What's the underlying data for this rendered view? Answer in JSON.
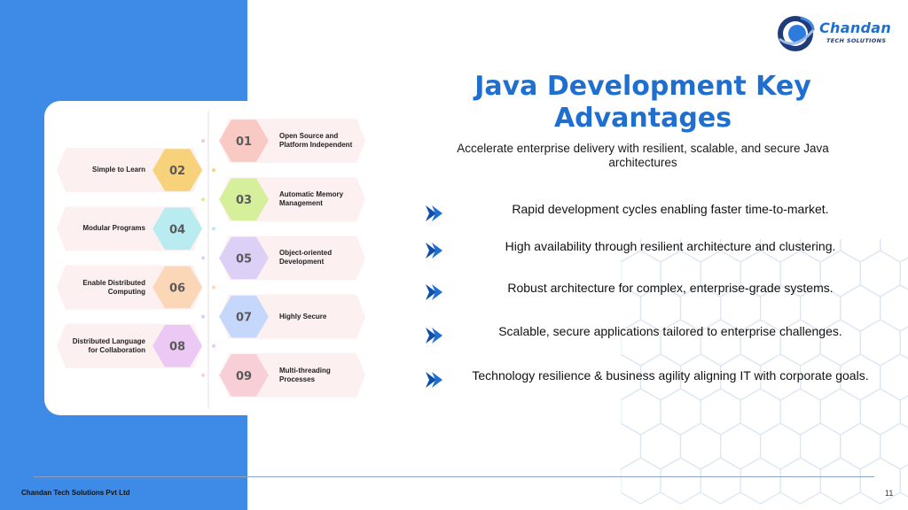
{
  "slide": {
    "title": "Java Development Key Advantages",
    "subtitle": "Accelerate enterprise delivery with resilient, scalable, and secure Java architectures",
    "page_number": "11"
  },
  "logo": {
    "name": "Chandan",
    "tagline": "TECH SOLUTIONS"
  },
  "footer": {
    "company": "Chandan Tech Solutions Pvt Ltd"
  },
  "advantages": [
    {
      "number": "01",
      "label": "Open Source and Platform Independent",
      "side": "right",
      "color": "#f9c9c4"
    },
    {
      "number": "02",
      "label": "Simple to Learn",
      "side": "left",
      "color": "#f7d27a"
    },
    {
      "number": "03",
      "label": "Automatic Memory Management",
      "side": "right",
      "color": "#d6ef9a"
    },
    {
      "number": "04",
      "label": "Modular Programs",
      "side": "left",
      "color": "#b8ecf1"
    },
    {
      "number": "05",
      "label": "Object-oriented Development",
      "side": "right",
      "color": "#ddd0f6"
    },
    {
      "number": "06",
      "label": "Enable Distributed Computing",
      "side": "left",
      "color": "#fbd7b8"
    },
    {
      "number": "07",
      "label": "Highly Secure",
      "side": "right",
      "color": "#c5d8fb"
    },
    {
      "number": "08",
      "label": "Distributed Language for Collaboration",
      "side": "left",
      "color": "#ecc8f5"
    },
    {
      "number": "09",
      "label": "Multi-threading Processes",
      "side": "right",
      "color": "#f8cfd6"
    }
  ],
  "bullets": [
    {
      "text": "Rapid development cycles  enabling faster time-to-market."
    },
    {
      "text": "High availability  through resilient architecture and clustering."
    },
    {
      "text": " Robust architecture  for complex, enterprise-grade systems."
    },
    {
      "text": " Scalable, secure applications  tailored to enterprise challenges."
    },
    {
      "text": "Technology resilience & business agility  aligning IT with corporate goals."
    }
  ],
  "colors": {
    "accent": "#1f6fd0",
    "panel": "#3d8be6",
    "pill_background": "#fdf0f0",
    "arrow": "#1f6fd0"
  },
  "icons": {
    "bullet": "double-chevron-right-icon",
    "logo": "globe-swirl-logo-icon"
  }
}
